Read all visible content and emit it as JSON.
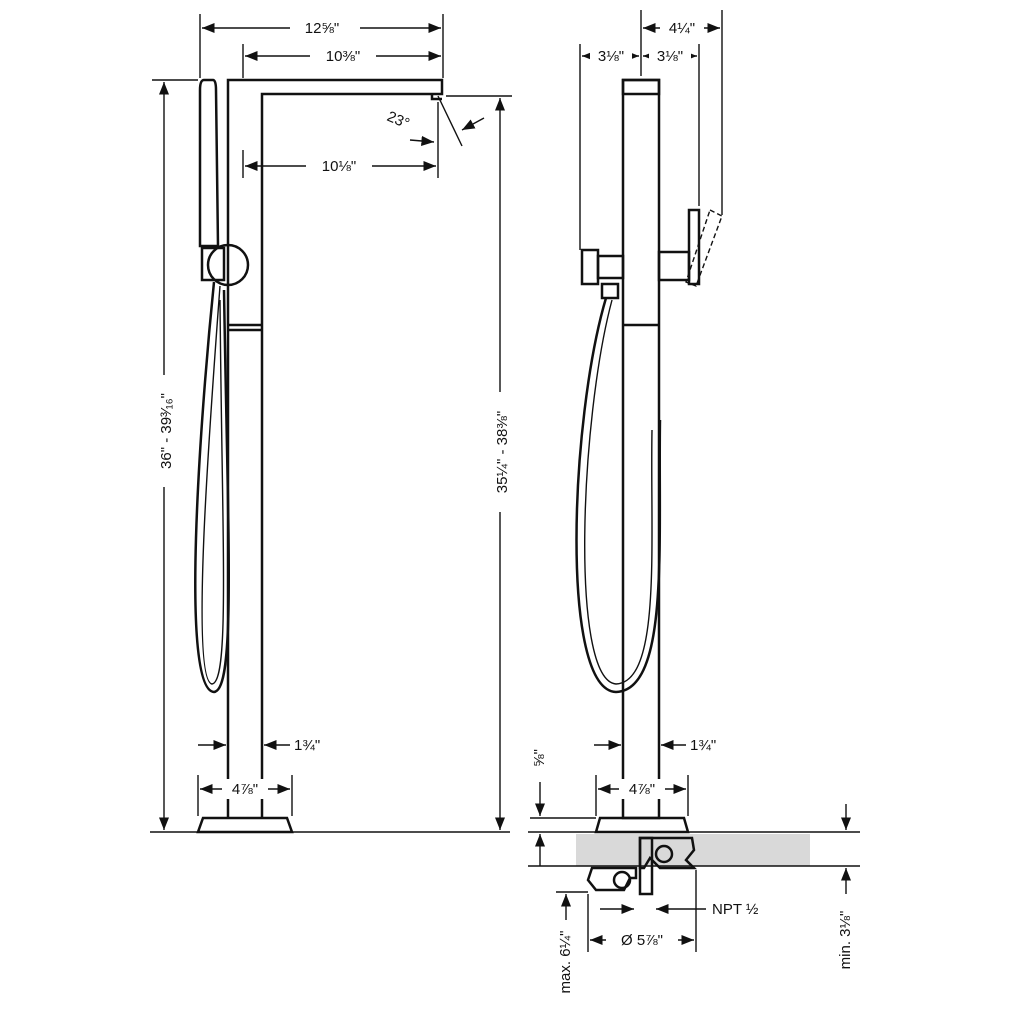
{
  "left_view": {
    "dims": {
      "overall_reach": "12⅝\"",
      "spout_length": "10⅜\"",
      "spout_projection": "10⅛\"",
      "spout_angle": "23°",
      "total_height": "36\" - 39³⁄₁₆\"",
      "spout_height": "35¼\" - 38⅜\"",
      "column_width": "1¾\"",
      "base_width": "4⅞\""
    }
  },
  "right_view": {
    "dims": {
      "handle_offset": "4¼\"",
      "left_offset": "3⅛\"",
      "right_offset": "3⅛\"",
      "column_width": "1¾\"",
      "base_width": "4⅞\"",
      "base_thickness": "⅝\"",
      "thread": "NPT ½",
      "flange_diameter": "Ø 5⅞\"",
      "max_depth": "max. 6¼\"",
      "min_depth": "min. 3⅛\""
    }
  }
}
